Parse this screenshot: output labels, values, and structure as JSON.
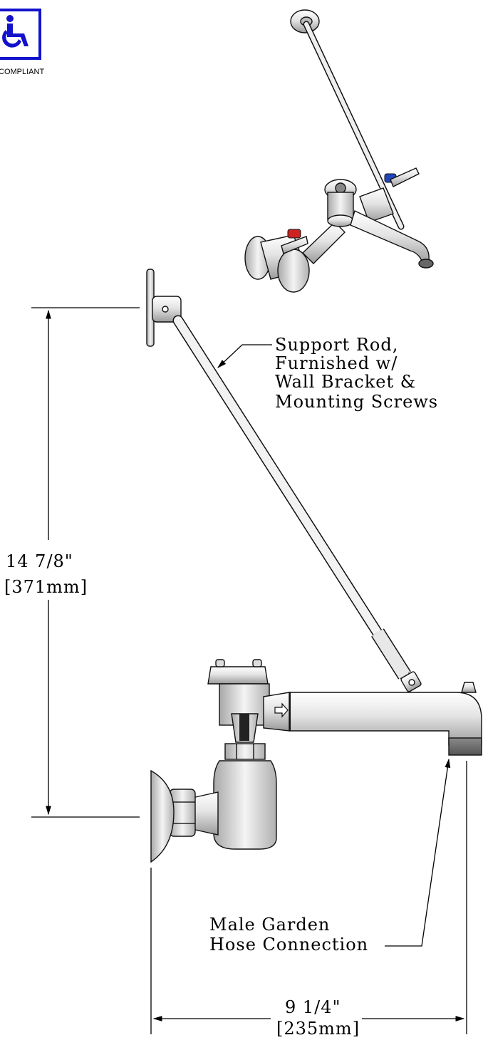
{
  "badge": {
    "icon": "wheelchair-accessibility-icon",
    "label": "COMPLIANT",
    "color": "#1212cc"
  },
  "callouts": {
    "support_rod": [
      "Support Rod,",
      "Furnished w/",
      "Wall Bracket &",
      "Mounting Screws"
    ],
    "hose_connection": [
      "Male Garden",
      "Hose Connection"
    ]
  },
  "dimensions": {
    "height": {
      "imperial": "14 7/8\"",
      "metric": "[371mm]"
    },
    "width": {
      "imperial": "9 1/4\"",
      "metric": "[235mm]"
    }
  },
  "accents": {
    "hot_handle": "#cc2222",
    "cold_handle": "#2244bb"
  }
}
